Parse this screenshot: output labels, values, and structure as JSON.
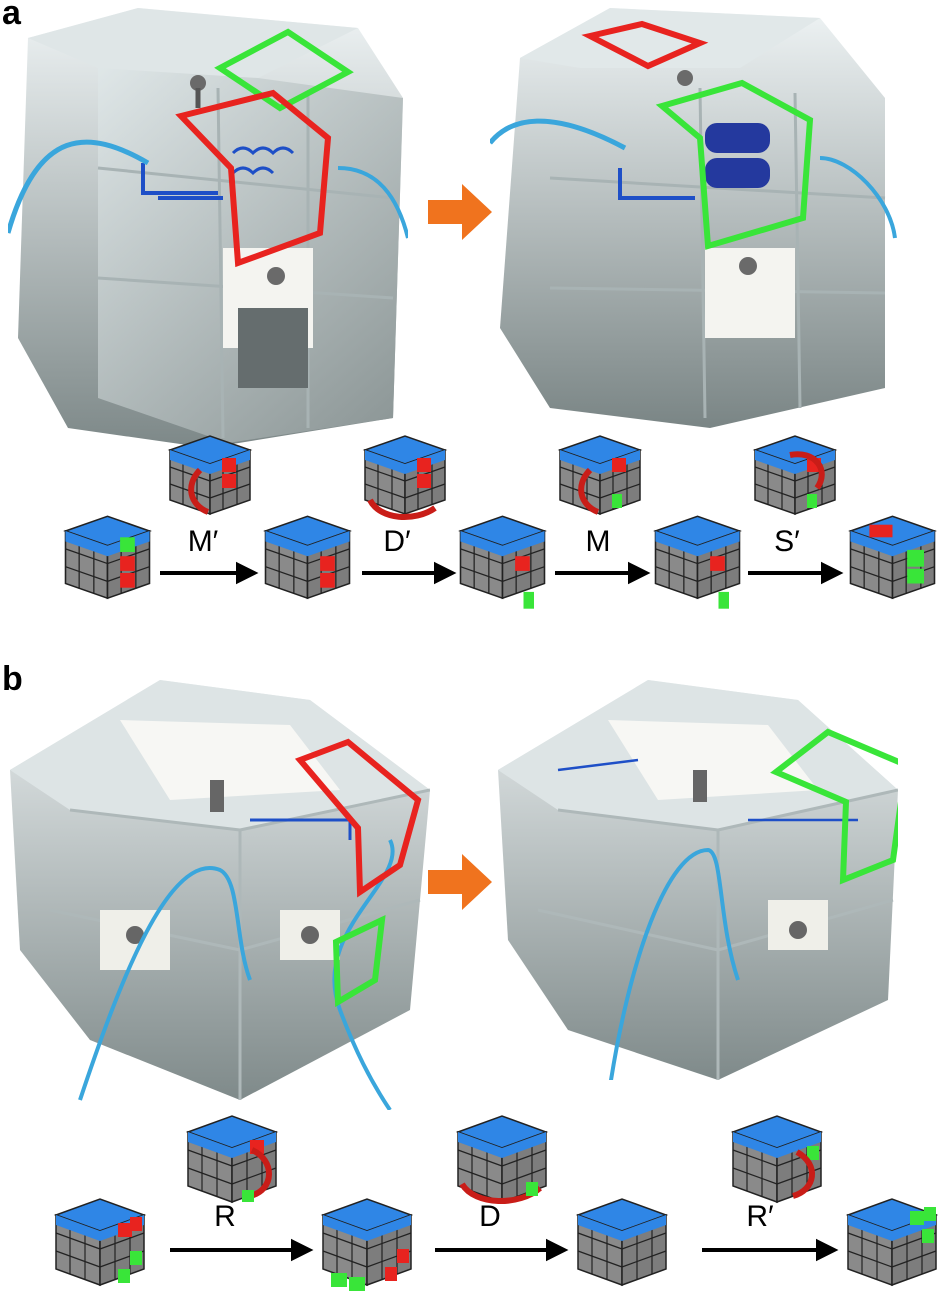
{
  "panels": [
    {
      "label": "a",
      "moves": [
        "M′",
        "D′",
        "M",
        "S′"
      ]
    },
    {
      "label": "b",
      "moves": [
        "R",
        "D",
        "R′"
      ]
    }
  ],
  "colors": {
    "cube_face_blue": "#2f86e6",
    "cube_body_gray": "#8a8a8a",
    "highlight_red": "#e8231f",
    "highlight_green": "#39e539",
    "arrow_orange": "#f0731e",
    "tube_cyan": "#3aa6dc"
  }
}
